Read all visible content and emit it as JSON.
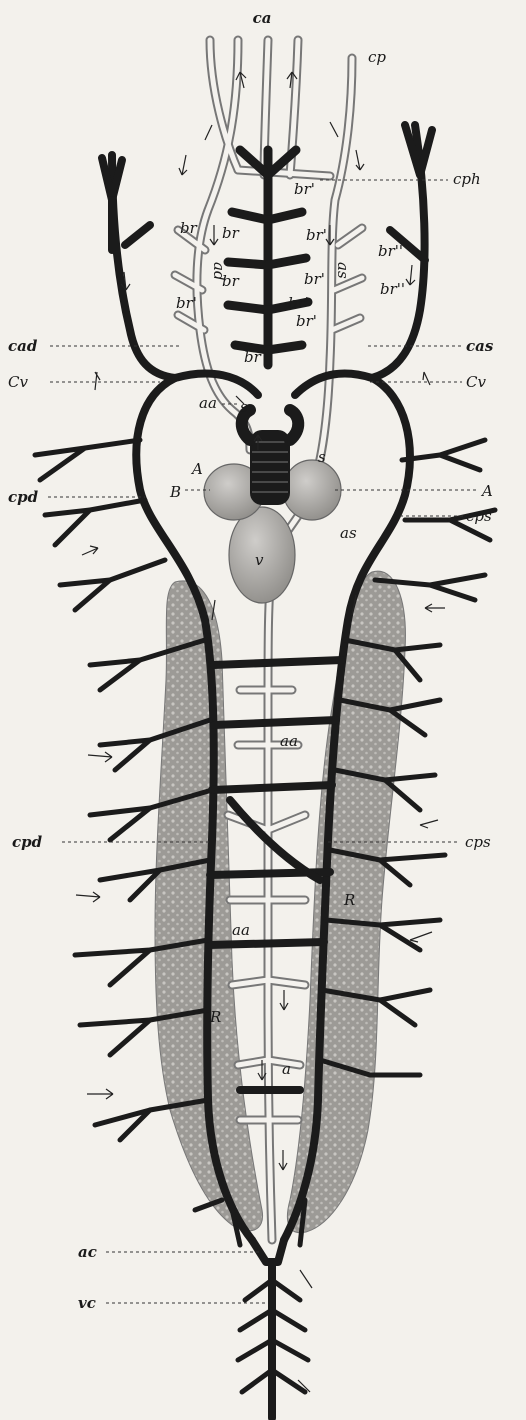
{
  "figure": {
    "labels": {
      "ca": "ca",
      "cp": "cp",
      "cph": "cph",
      "cad": "cad",
      "cas": "cas",
      "Cv_left": "Cv",
      "Cv_right": "Cv",
      "cpd_top": "cpd",
      "cps_top": "cps",
      "cpd_mid": "cpd",
      "cps_mid": "cps",
      "A_left": "A",
      "A_right": "A",
      "B": "B",
      "s_left": "s",
      "s_right": "s",
      "v": "v",
      "aa_top": "aa",
      "aa_mid": "aa",
      "aa_low": "aa",
      "a": "a",
      "ad": "ad",
      "as_top": "as",
      "as_mid": "as",
      "br1": "br",
      "br2": "br",
      "br3": "br",
      "br4": "br",
      "brp1": "br'",
      "brp2": "br'",
      "brp3": "br'",
      "brp4": "br'",
      "brp5": "br'",
      "brp6": "br'",
      "brpp1": "br''",
      "brpp2": "br''",
      "R_left": "R",
      "R_right": "R",
      "ac": "ac",
      "vc": "vc"
    },
    "colors": {
      "vein": "#1b1b1b",
      "artery_outline": "#777777",
      "artery_fill": "#f4f2ee",
      "kidney": "#9c9a96",
      "heart": "#a9a7a3",
      "background": "#f3f1ec"
    }
  }
}
